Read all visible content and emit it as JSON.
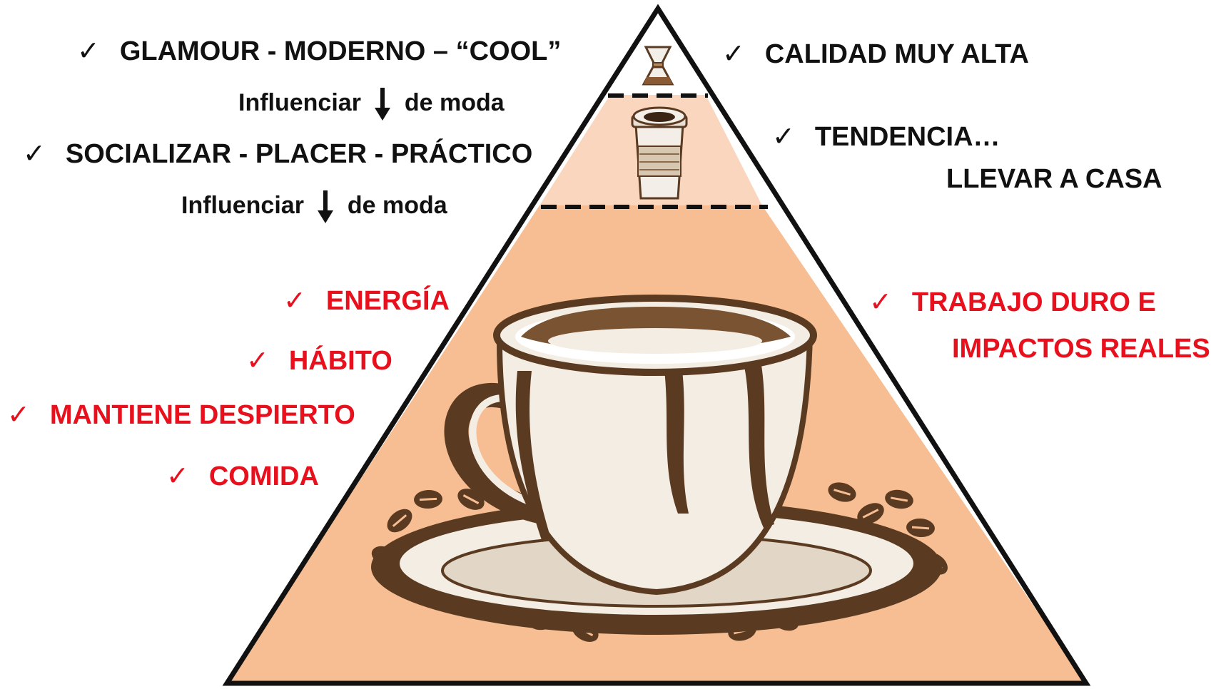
{
  "colors": {
    "outline": "#111111",
    "tier_top": "#ffffff",
    "tier_middle": "#f9d6bd",
    "tier_bottom": "#f6be92",
    "ink": "#5a3b22",
    "text_black": "#111111",
    "text_red": "#e8101c"
  },
  "icons": {
    "check": "✓",
    "arrow": "down-arrow-icon",
    "top_tier": "pour-over-coffee-maker-icon",
    "middle_tier": "takeaway-coffee-cup-icon",
    "bottom_tier": "coffee-cup-and-saucer-icon"
  },
  "left": {
    "top_label": "GLAMOUR - MODERNO – “COOL”",
    "influence_1_before": "Influenciar",
    "influence_1_after": "de moda",
    "middle_label": "SOCIALIZAR - PLACER - PRÁCTICO",
    "influence_2_before": "Influenciar",
    "influence_2_after": "de moda",
    "bottom_items": [
      "ENERGÍA",
      "HÁBITO",
      "MANTIENE DESPIERTO",
      "COMIDA"
    ]
  },
  "right": {
    "top_label": "CALIDAD MUY ALTA",
    "middle_label_line1": "TENDENCIA…",
    "middle_label_line2": "LLEVAR A CASA",
    "bottom_label_line1": "TRABAJO DURO E",
    "bottom_label_line2": "IMPACTOS REALES"
  }
}
